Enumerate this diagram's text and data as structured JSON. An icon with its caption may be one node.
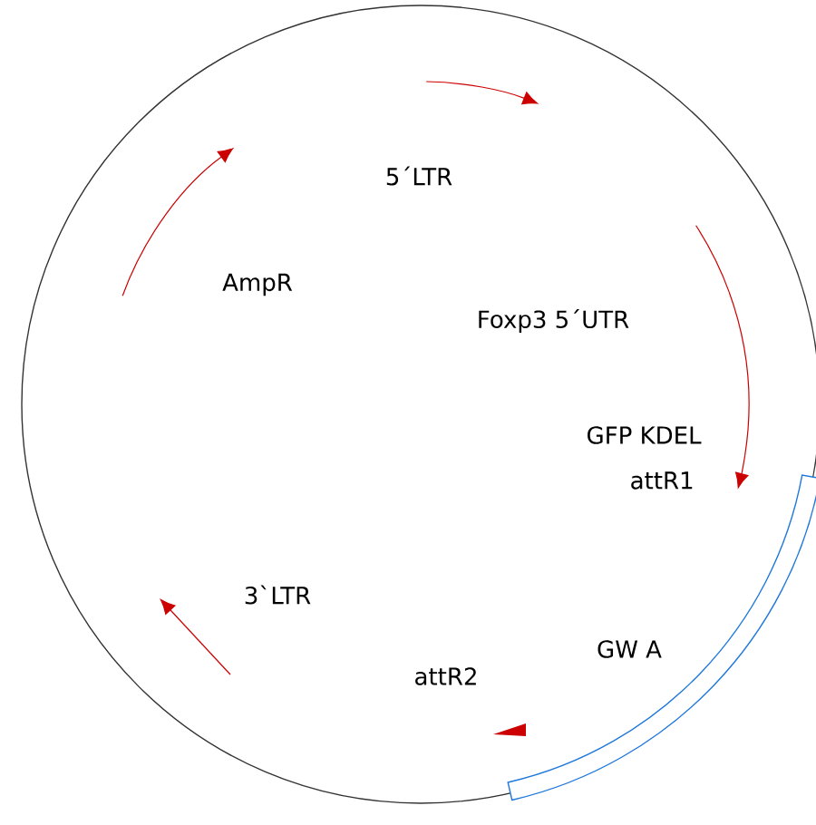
{
  "diagram": {
    "labels": [
      "5´LTR",
      "AmpR",
      "Foxp3 5´UTR",
      "GFP KDEL",
      "attR1",
      "3`LTR",
      "GW A",
      "attR2"
    ]
  }
}
